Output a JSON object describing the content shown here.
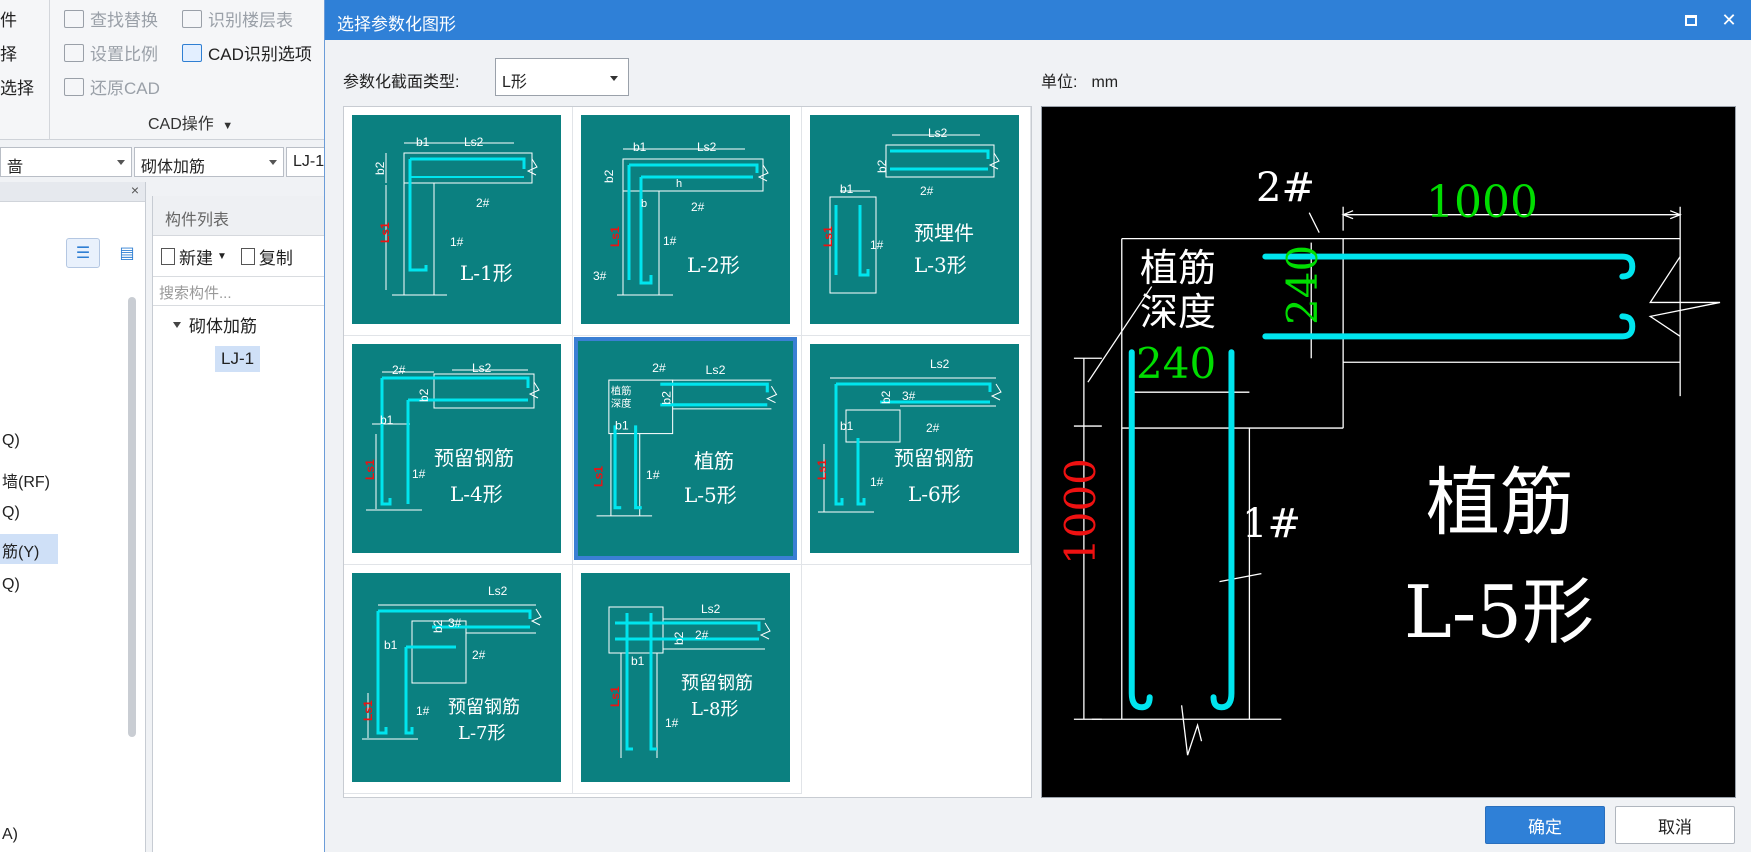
{
  "app": {
    "ribbon_left": [
      "件",
      "择",
      "选择"
    ],
    "ribbon_items": {
      "find_replace": "查找替换",
      "identify_floor_table": "识别楼层表",
      "set_scale": "设置比例",
      "cad_options": "CAD识别选项",
      "restore_cad": "还原CAD",
      "group_label": "CAD操作"
    },
    "combos": [
      "啬",
      "砌体加筋",
      "LJ-1"
    ],
    "left_panel": {
      "close": "×",
      "items": [
        "Q)",
        "墙(RF)",
        "Q)",
        "筋(Y)",
        "Q)",
        "A)"
      ]
    },
    "component_list": {
      "title": "构件列表",
      "new": "新建",
      "copy": "复制",
      "search_placeholder": "搜索构件...",
      "tree_root": "砌体加筋",
      "tree_child": "LJ-1"
    }
  },
  "dialog": {
    "title": "选择参数化图形",
    "section_type_label": "参数化截面类型:",
    "section_type_value": "L形",
    "unit_label": "单位:",
    "unit_value": "mm",
    "ok": "确定",
    "cancel": "取消",
    "shapes": [
      {
        "id": "L-1",
        "label": "L-1形",
        "sub": ""
      },
      {
        "id": "L-2",
        "label": "L-2形",
        "sub": ""
      },
      {
        "id": "L-3",
        "label": "L-3形",
        "sub": "预埋件"
      },
      {
        "id": "L-4",
        "label": "L-4形",
        "sub": "预留钢筋"
      },
      {
        "id": "L-5",
        "label": "L-5形",
        "sub": "植筋"
      },
      {
        "id": "L-6",
        "label": "L-6形",
        "sub": "预留钢筋"
      },
      {
        "id": "L-7",
        "label": "L-7形",
        "sub": "预留钢筋"
      },
      {
        "id": "L-8",
        "label": "L-8形",
        "sub": "预留钢筋"
      }
    ],
    "selected_shape": "L-5",
    "preview": {
      "title": "植筋",
      "subtitle": "L-5形",
      "depth_label_1": "植筋",
      "depth_label_2": "深度",
      "bar_top": "2#",
      "bar_vertical": "1#",
      "dim_top": "1000",
      "dim_b2": "240",
      "dim_b1": "240",
      "dim_left": "1000"
    },
    "thumb_labels": {
      "b1": "b1",
      "b2": "b2",
      "ls2": "Ls2",
      "ls1": "Ls1",
      "bar1": "1#",
      "bar2": "2#",
      "bar3": "3#",
      "b": "b",
      "h": "h"
    },
    "thumb_depth": [
      "植筋",
      "深度"
    ],
    "colors": {
      "titlebar": "#2f80d7",
      "thumb_bg": "#0b8080",
      "rebar": "#00e5ee",
      "dim_green": "#00dd00",
      "dim_red": "#ee1111",
      "selection": "#3b7fd4"
    }
  }
}
